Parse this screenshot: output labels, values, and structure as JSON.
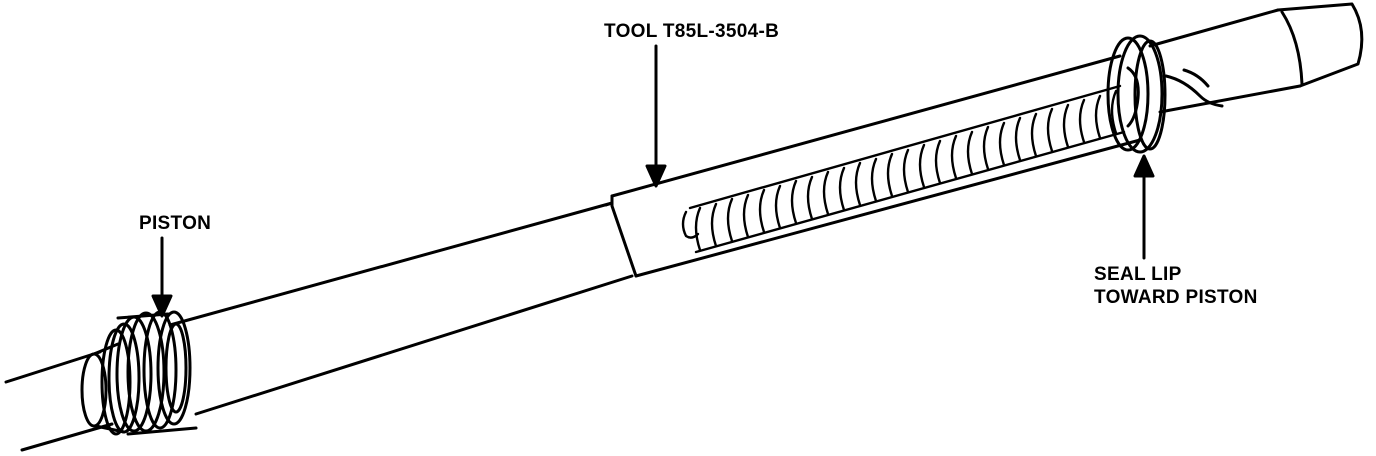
{
  "callouts": {
    "tool": "TOOL T85L-3504-B",
    "piston": "PISTON",
    "seal_line1": "SEAL LIP",
    "seal_line2": "TOWARD PISTON"
  }
}
